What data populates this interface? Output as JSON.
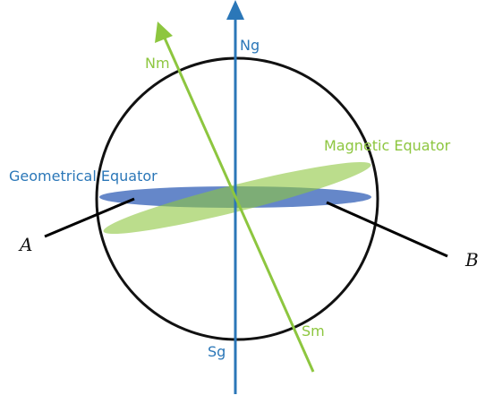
{
  "labels": {
    "ng": "Ng",
    "sg": "Sg",
    "nm": "Nm",
    "sm": "Sm",
    "geometrical_equator": "Geometrical Equator",
    "magnetic_equator": "Magnetic Equator",
    "a": "A",
    "b": "B"
  },
  "colors": {
    "geometric_axis": "#2B77B8",
    "magnetic_axis": "#8DC63F",
    "geometric_equator": "#4A72C0",
    "magnetic_equator": "#9ACD5A",
    "globe_outline": "#111111",
    "pointer": "#000000"
  }
}
